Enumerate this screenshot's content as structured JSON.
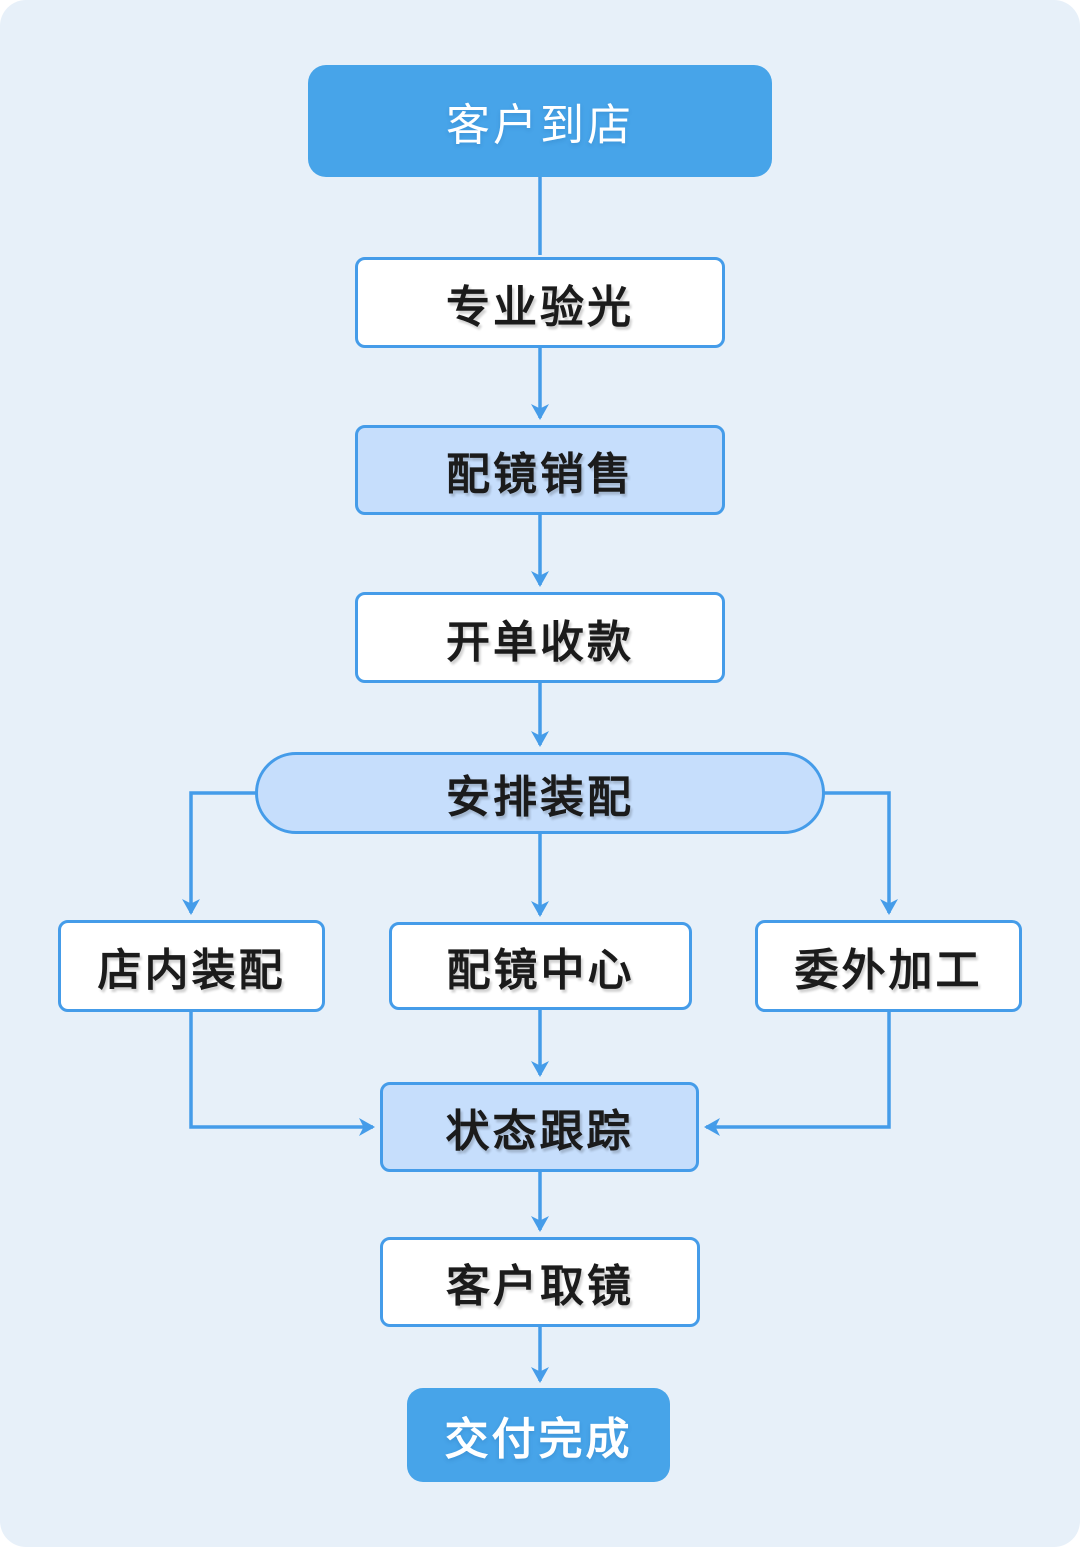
{
  "colors": {
    "canvas-bg": "#E7F0F9",
    "accent-blue": "#459CE9",
    "solid-fill": "#47A4E9",
    "light-fill": "#C6DEFC",
    "box-white": "#FFFFFF",
    "text-dark": "#1B1B1B",
    "text-light": "#FFFFFF"
  },
  "flow": {
    "nodes": [
      {
        "id": "arrive",
        "label": "客户到店",
        "shape": "rounded-rect",
        "style": "solid-blue"
      },
      {
        "id": "optometry",
        "label": "专业验光",
        "shape": "rect",
        "style": "white-outline"
      },
      {
        "id": "sales",
        "label": "配镜销售",
        "shape": "rect",
        "style": "light-blue"
      },
      {
        "id": "billing",
        "label": "开单收款",
        "shape": "rect",
        "style": "white-outline"
      },
      {
        "id": "assemble",
        "label": "安排装配",
        "shape": "stadium",
        "style": "light-blue"
      },
      {
        "id": "instore",
        "label": "店内装配",
        "shape": "rect",
        "style": "white-outline"
      },
      {
        "id": "center",
        "label": "配镜中心",
        "shape": "rect",
        "style": "white-outline"
      },
      {
        "id": "outsource",
        "label": "委外加工",
        "shape": "rect",
        "style": "white-outline"
      },
      {
        "id": "tracking",
        "label": "状态跟踪",
        "shape": "rect",
        "style": "light-blue"
      },
      {
        "id": "pickup",
        "label": "客户取镜",
        "shape": "rect",
        "style": "white-outline"
      },
      {
        "id": "done",
        "label": "交付完成",
        "shape": "rounded-rect",
        "style": "solid-blue"
      }
    ],
    "edges": [
      {
        "from": "arrive",
        "to": "optometry",
        "arrowhead": false
      },
      {
        "from": "optometry",
        "to": "sales",
        "arrowhead": true
      },
      {
        "from": "sales",
        "to": "billing",
        "arrowhead": true
      },
      {
        "from": "billing",
        "to": "assemble",
        "arrowhead": true
      },
      {
        "from": "assemble",
        "to": "instore",
        "arrowhead": true
      },
      {
        "from": "assemble",
        "to": "center",
        "arrowhead": true
      },
      {
        "from": "assemble",
        "to": "outsource",
        "arrowhead": true
      },
      {
        "from": "instore",
        "to": "tracking",
        "arrowhead": true
      },
      {
        "from": "center",
        "to": "tracking",
        "arrowhead": true
      },
      {
        "from": "outsource",
        "to": "tracking",
        "arrowhead": true
      },
      {
        "from": "tracking",
        "to": "pickup",
        "arrowhead": true
      },
      {
        "from": "pickup",
        "to": "done",
        "arrowhead": true
      }
    ]
  }
}
